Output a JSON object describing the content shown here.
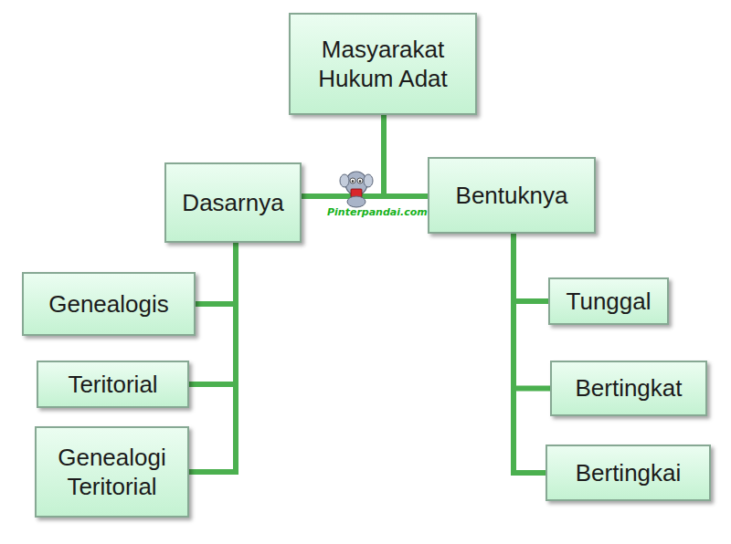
{
  "diagram": {
    "nodes": [
      {
        "text": [
          "Masyarakat Hukum Adat"
        ]
      },
      {
        "text": [
          "Dasarnya"
        ]
      },
      {
        "text": [
          "Bentuknya"
        ]
      },
      {
        "text": [
          "Genealogis"
        ]
      },
      {
        "text": [
          "Teritorial"
        ]
      },
      {
        "text": [
          "Genealogi Teritorial"
        ]
      },
      {
        "text": [
          "Tunggal"
        ]
      },
      {
        "text": [
          "Bertingkat"
        ]
      },
      {
        "text": [
          "Bertingkai"
        ]
      }
    ],
    "edges": [
      {
        "from": 0,
        "to": 1,
        "arrow": "none"
      },
      {
        "from": 0,
        "to": 2,
        "arrow": "none"
      },
      {
        "from": 1,
        "to": 3,
        "arrow": "none"
      },
      {
        "from": 1,
        "to": 4,
        "arrow": "none"
      },
      {
        "from": 1,
        "to": 5,
        "arrow": "none"
      },
      {
        "from": 2,
        "to": 6,
        "arrow": "none"
      },
      {
        "from": 2,
        "to": 7,
        "arrow": "none"
      },
      {
        "from": 2,
        "to": 8,
        "arrow": "none"
      }
    ],
    "labels": [
      "Pinterpandai.com"
    ]
  }
}
